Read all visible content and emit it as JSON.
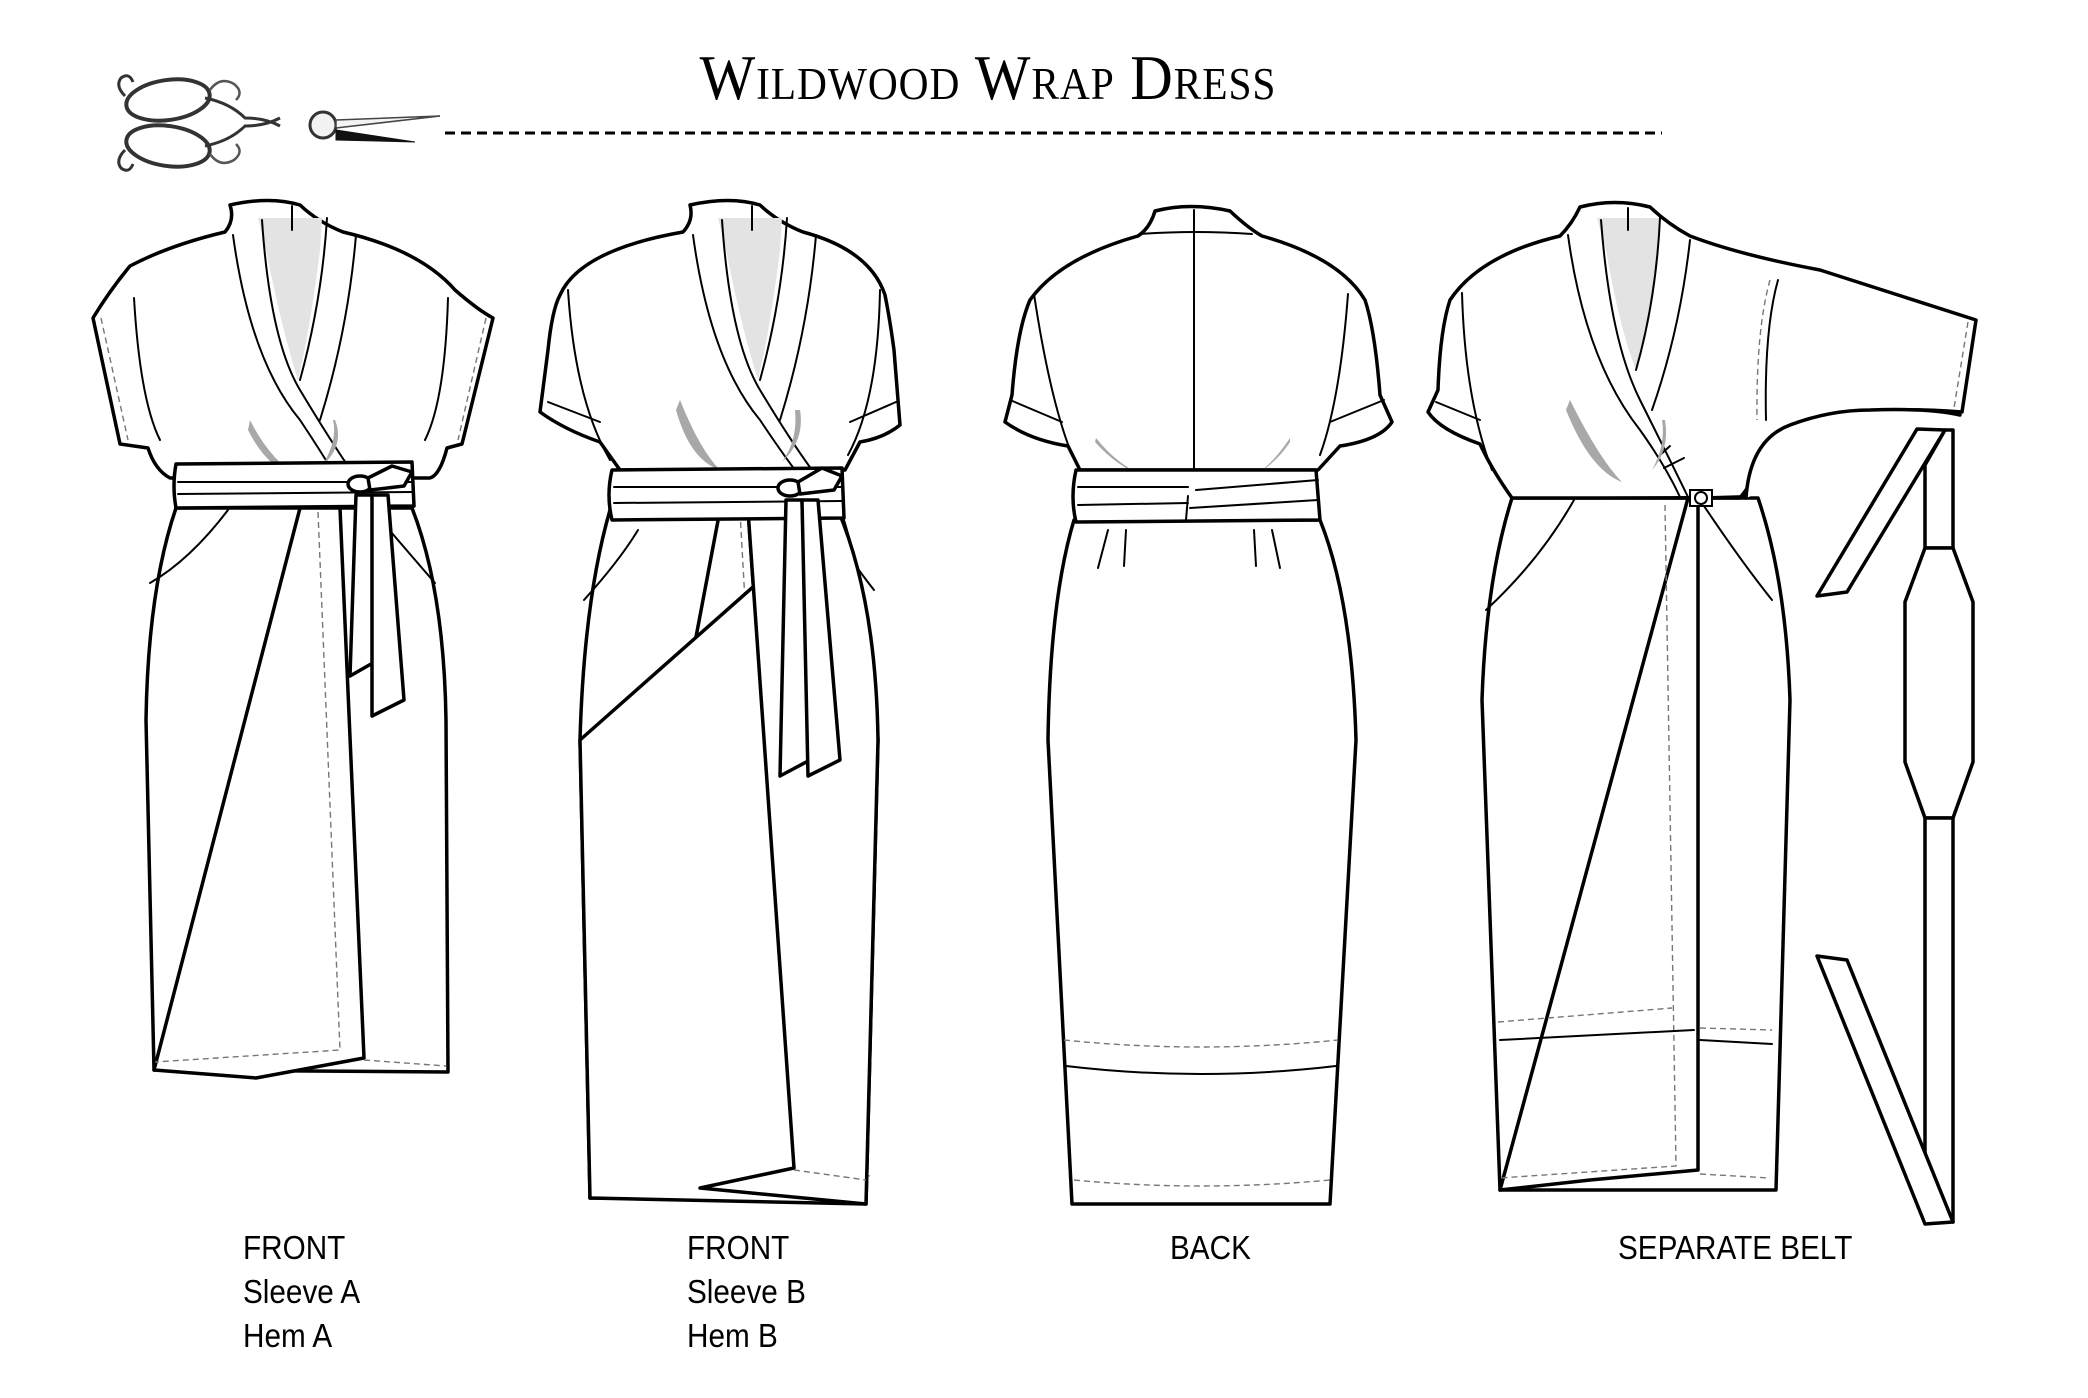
{
  "header": {
    "title": "Wildwood Wrap Dress",
    "decoration": "scissors-icon",
    "divider": "dashed-cut-line"
  },
  "views": [
    {
      "id": "front-a",
      "lines": [
        "FRONT",
        "Sleeve A",
        "Hem A"
      ]
    },
    {
      "id": "front-b",
      "lines": [
        "FRONT",
        "Sleeve B",
        "Hem B"
      ]
    },
    {
      "id": "back",
      "lines": [
        "BACK"
      ]
    },
    {
      "id": "separate-belt",
      "lines": [
        "SEPARATE BELT"
      ]
    }
  ],
  "colors": {
    "line": "#000000",
    "background": "#ffffff",
    "neck_shadow": "#e3e3e3",
    "fold_shadow": "#a8a8a8",
    "stitch": "#777777"
  }
}
